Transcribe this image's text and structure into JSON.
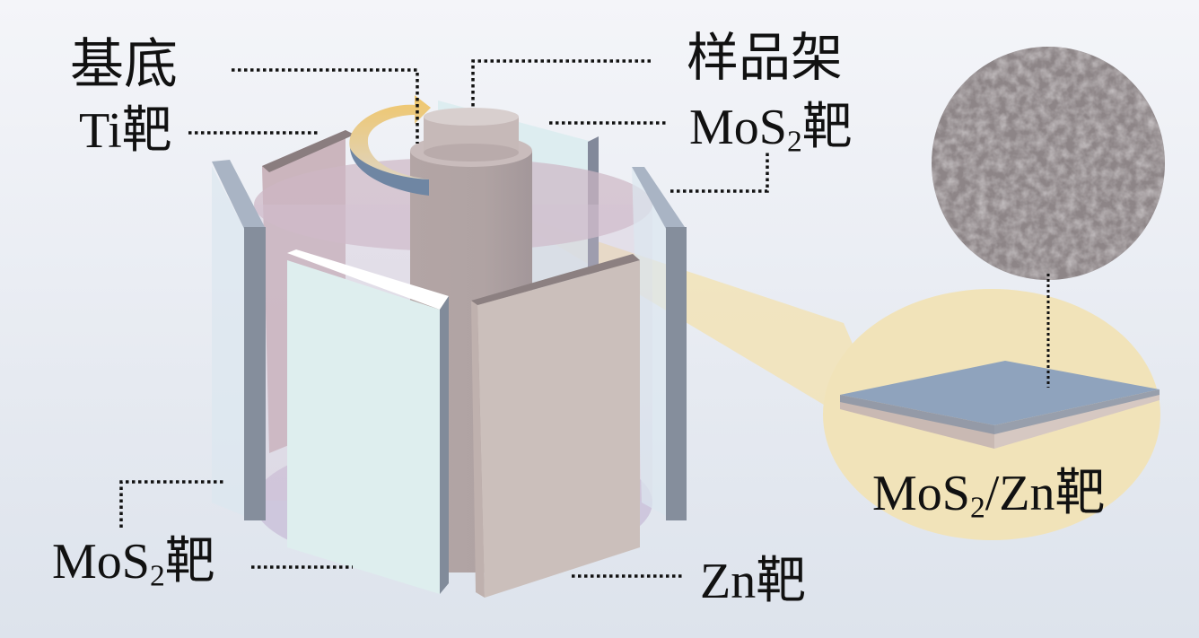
{
  "labels": {
    "substrate": "基底",
    "ti_target": {
      "main": "Ti",
      "suffix": "靶"
    },
    "sample_holder": "样品架",
    "mos2_target_top": {
      "main": "MoS",
      "sub": "2",
      "suffix": "靶"
    },
    "mos2_target_bottom": {
      "main": "MoS",
      "sub": "2",
      "suffix": "靶"
    },
    "zn_target": {
      "main": "Zn",
      "suffix": "靶"
    },
    "composite_target": {
      "main": "MoS",
      "sub": "2",
      "suffix": "/Zn靶"
    }
  },
  "colors": {
    "arrow_top": "#f0c66a",
    "arrow_bottom": "#6f86a3",
    "beam": "#f2e3b6",
    "plate_top": "#8fa3bd",
    "micrograph": "#8d8587"
  }
}
